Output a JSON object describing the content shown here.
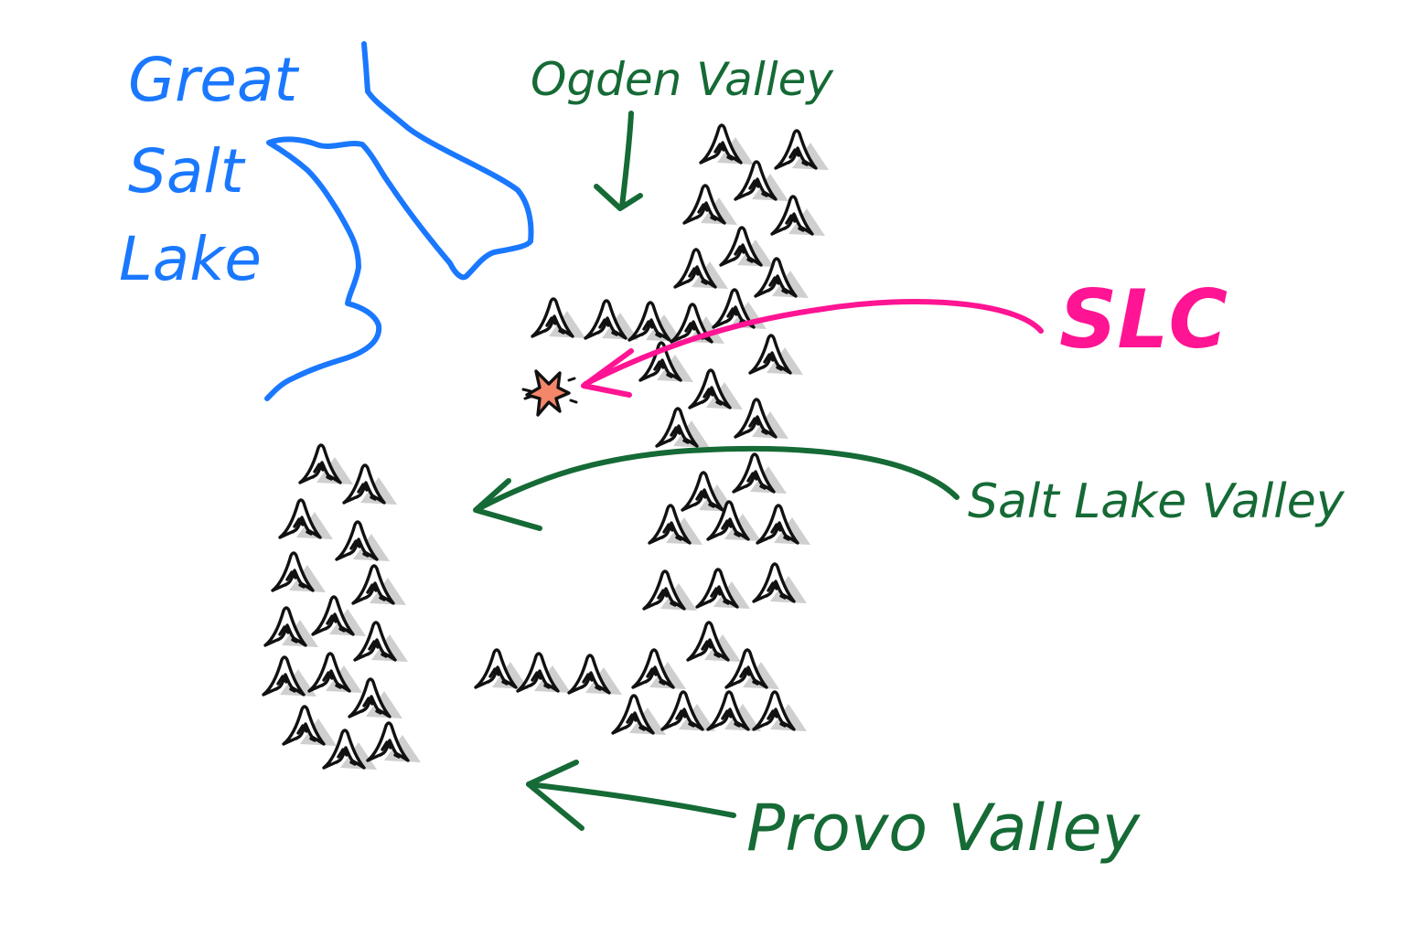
{
  "labels": {
    "lake": [
      "Great",
      "Salt",
      "Lake"
    ],
    "ogden": "Ogden Valley",
    "slc": "SLC",
    "salt_lake_valley": "Salt Lake Valley",
    "provo": "Provo Valley"
  },
  "colors": {
    "lake": "#1a78ff",
    "valley": "#156a35",
    "slc": "#ff1493",
    "city_fill": "#f4866a",
    "ink": "#111111",
    "background": "#ffffff"
  },
  "icons": {
    "city_marker": "star-burst-icon",
    "mountain": "mountain-icon"
  }
}
